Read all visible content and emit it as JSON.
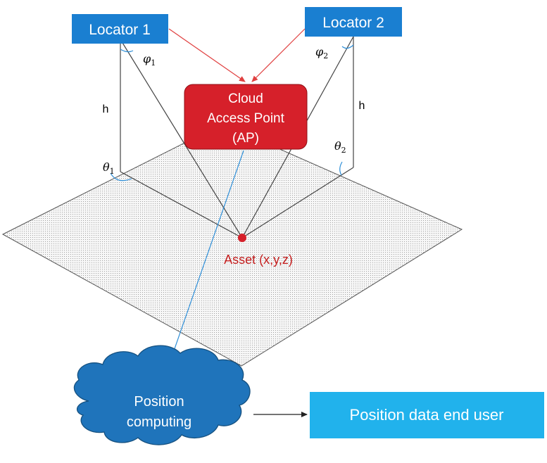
{
  "title": "",
  "nodes": {
    "locator1": {
      "label": "Locator 1"
    },
    "locator2": {
      "label": "Locator 2"
    },
    "access_point": {
      "lines": [
        "Cloud",
        "Access Point",
        "(AP)"
      ]
    },
    "asset": {
      "label": "Asset (x,y,z)"
    },
    "position_computing": {
      "lines": [
        "Position",
        "computing"
      ]
    },
    "end_user": {
      "label": "Position data end user"
    }
  },
  "annotations": {
    "phi1": {
      "symbol": "φ",
      "sub": "1"
    },
    "phi2": {
      "symbol": "φ",
      "sub": "2"
    },
    "theta1": {
      "symbol": "θ",
      "sub": "1"
    },
    "theta2": {
      "symbol": "θ",
      "sub": "2"
    },
    "height_left": "h",
    "height_right": "h"
  },
  "colors": {
    "locator_fill": "#1a7fd1",
    "ap_fill": "#d6202a",
    "asset_text": "#c41e1e",
    "cloud_fill": "#1f74bb",
    "end_user_fill": "#21b2ec",
    "red_arrow": "#e04040",
    "blue_arrow": "#2f8fd8",
    "plane_fill": "#f3f3f3"
  }
}
